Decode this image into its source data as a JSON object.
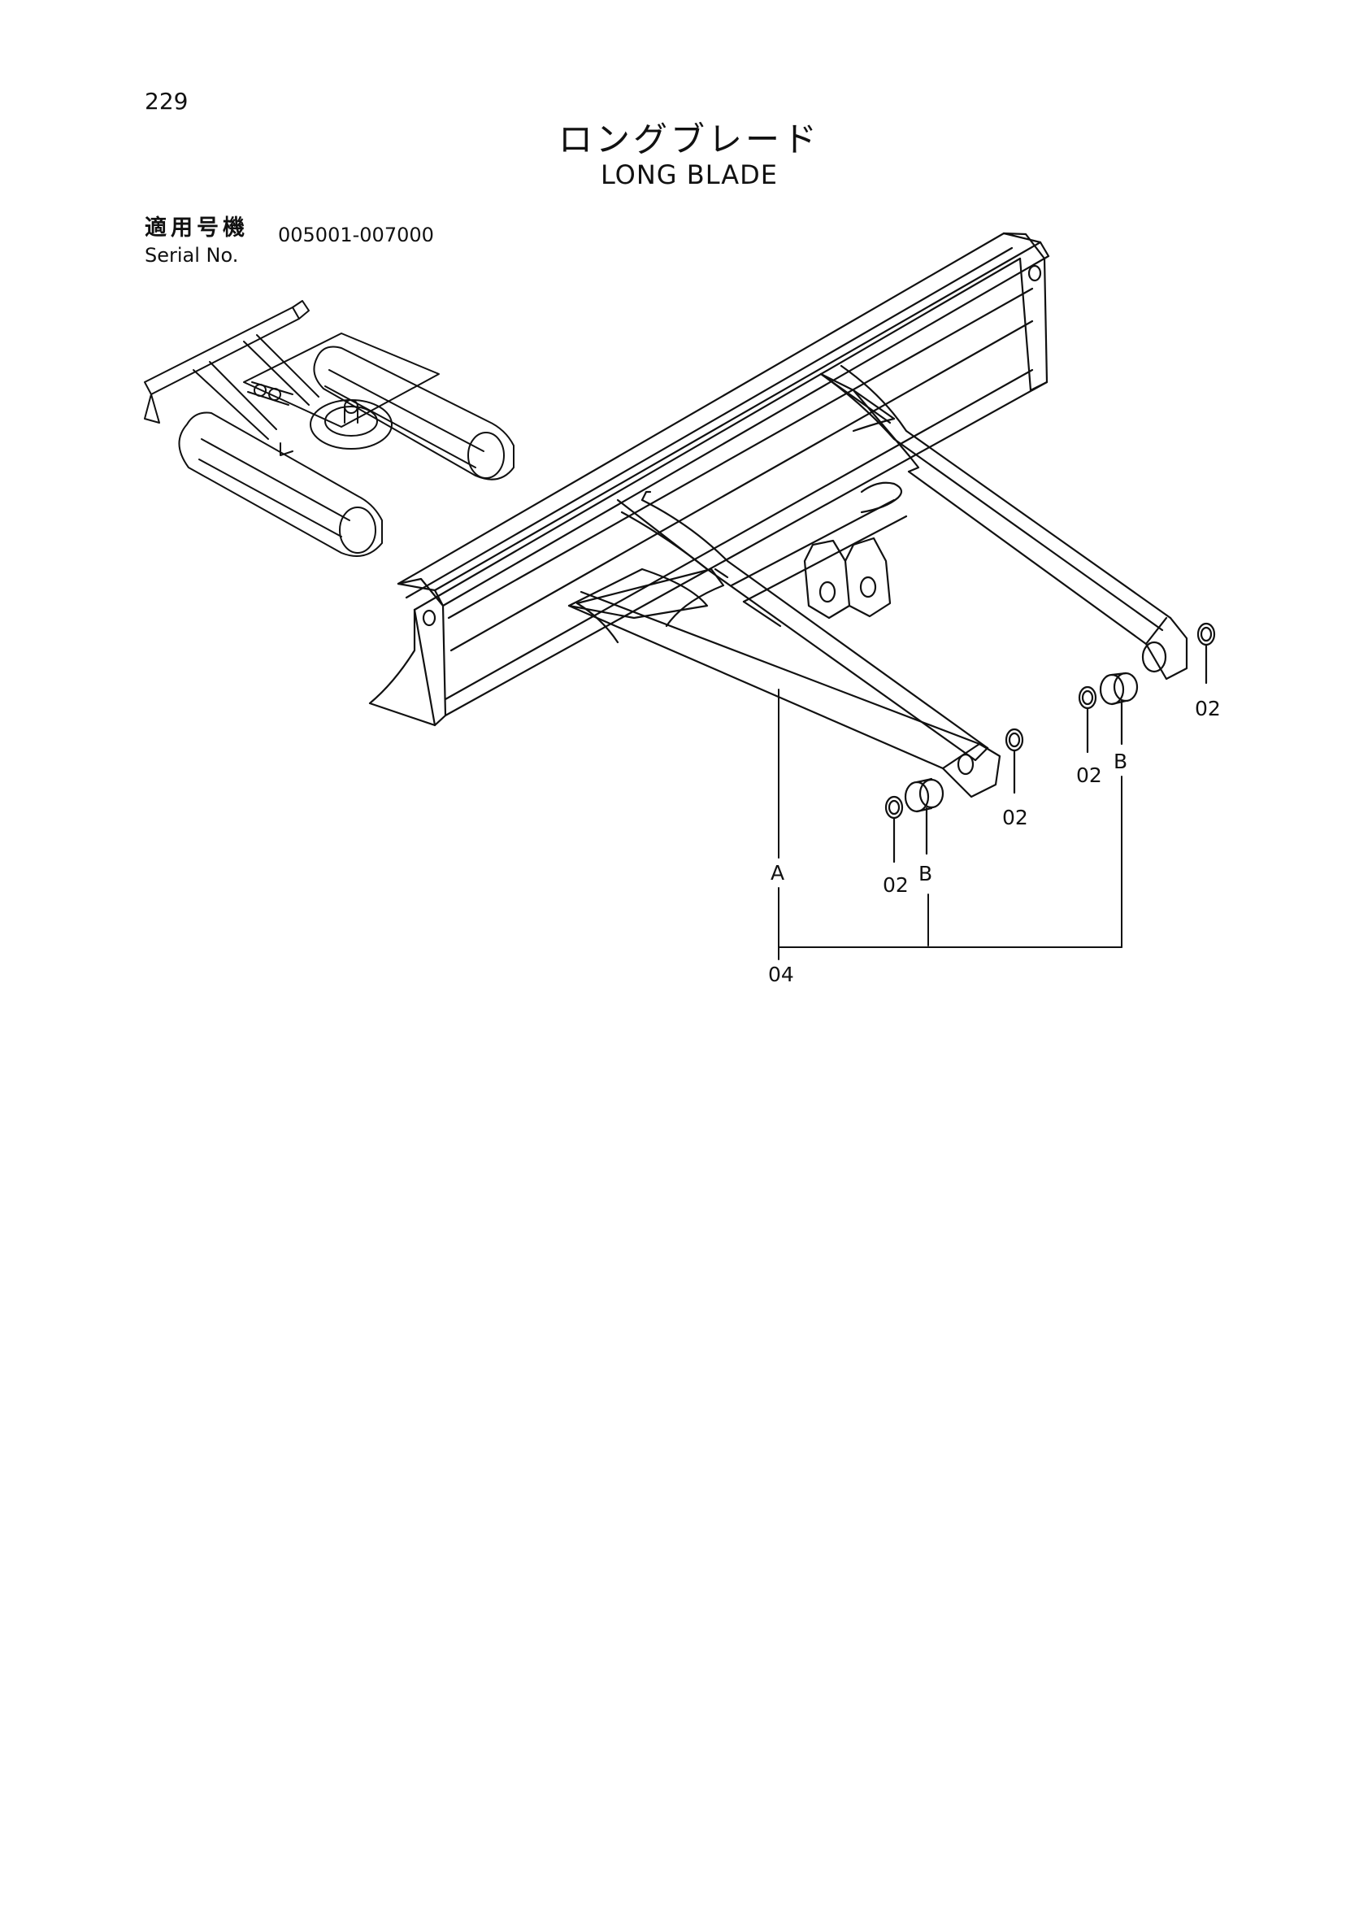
{
  "page_number": "229",
  "title_jp": "ロングブレード",
  "title_en": "LONG BLADE",
  "serial": {
    "label_jp": "適用号機",
    "label_en": "Serial No.",
    "range": "005001-007000"
  },
  "callouts": {
    "a": "A",
    "b_left": "B",
    "b_right": "B",
    "washer_right_top": "02",
    "washer_right_mid": "02",
    "washer_left_top": "02",
    "washer_left_mid": "02",
    "assembly": "04"
  }
}
